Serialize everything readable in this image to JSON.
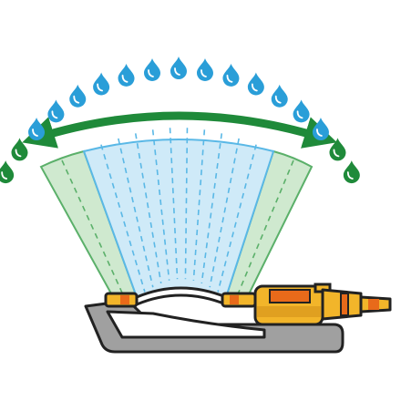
{
  "illustration": {
    "subject": "oscillating-sprinkler",
    "colors": {
      "green": "#1f8a3a",
      "blue": "#2a9ed8",
      "light_green": "#cfe9cf",
      "light_blue": "#cfeaf8",
      "dash_green": "#5bb06a",
      "dash_blue": "#5ab8e6",
      "base_gray": "#9a9a9a",
      "body_yellow": "#f2b52a",
      "accent_orange": "#e86a1a",
      "outline": "#222222"
    },
    "drops": {
      "green_per_side": 2,
      "blue_count": 13
    },
    "spray": {
      "green_bands_per_side": 1,
      "blue_dash_lines": 10
    },
    "arrow": {
      "direction": "both"
    }
  }
}
